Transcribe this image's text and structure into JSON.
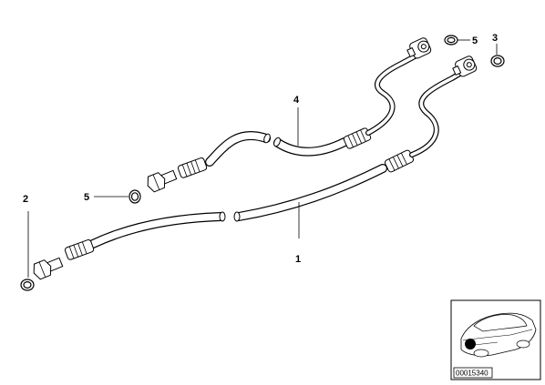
{
  "callouts": {
    "hose_main": "1",
    "seal_left": "2",
    "seal_right": "3",
    "hose_upper": "4",
    "seal_5_right": "5",
    "seal_5_left": "5"
  },
  "thumbnail": {
    "code": "00015340"
  }
}
